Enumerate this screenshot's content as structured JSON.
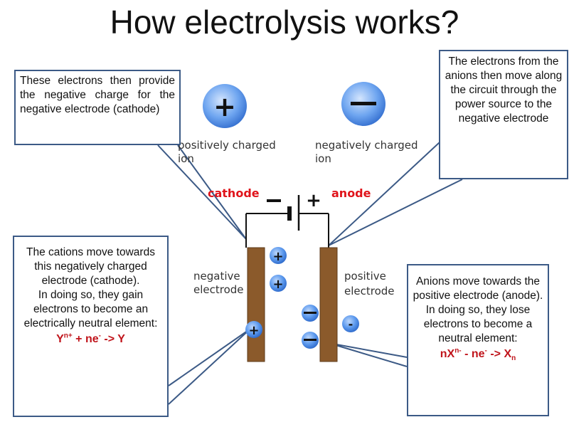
{
  "title": "How electrolysis works?",
  "callouts": {
    "top_left": "These electrons then provide the negative charge for the negative electrode (cathode)",
    "top_right": "The electrons from the anions then move along the circuit through the power source to the negative electrode",
    "bottom_left": {
      "lines": [
        "The cations move towards this negatively charged electrode (cathode).",
        "In doing so, they gain electrons to become an electrically neutral element:"
      ],
      "equation": {
        "a": "Y",
        "a_sup": "n+",
        "b": " + ne",
        "b_sup": "-",
        "c": " -> Y"
      }
    },
    "bottom_right": {
      "lines": [
        "Anions move towards the positive electrode (anode).",
        "In doing so, they lose electrons to become a neutral element:"
      ],
      "equation": {
        "a": "nX",
        "a_sup": "n-",
        "b": " - ne",
        "b_sup": "-",
        "c": " -> X",
        "c_sub": "n"
      }
    }
  },
  "legend": {
    "positive_symbol": "+",
    "positive_label_1": "positively charged",
    "positive_label_2": "ion",
    "negative_symbol": "—",
    "negative_label_1": "negatively charged",
    "negative_label_2": "ion"
  },
  "circuit": {
    "cathode_label": "cathode",
    "anode_label": "anode",
    "battery_negative": "—",
    "battery_positive": "+"
  },
  "electrodes": {
    "negative_1": "negative",
    "negative_2": "electrode",
    "positive_1": "positive",
    "positive_2": "electrode"
  },
  "ions": {
    "plus": "+",
    "minus": "—",
    "small_minus": "-"
  },
  "colors": {
    "ion_blue": "#3d7fe0",
    "electrode": "#8b5a2b",
    "callout_border": "#3c5a86",
    "highlight_red": "#e0141b"
  }
}
